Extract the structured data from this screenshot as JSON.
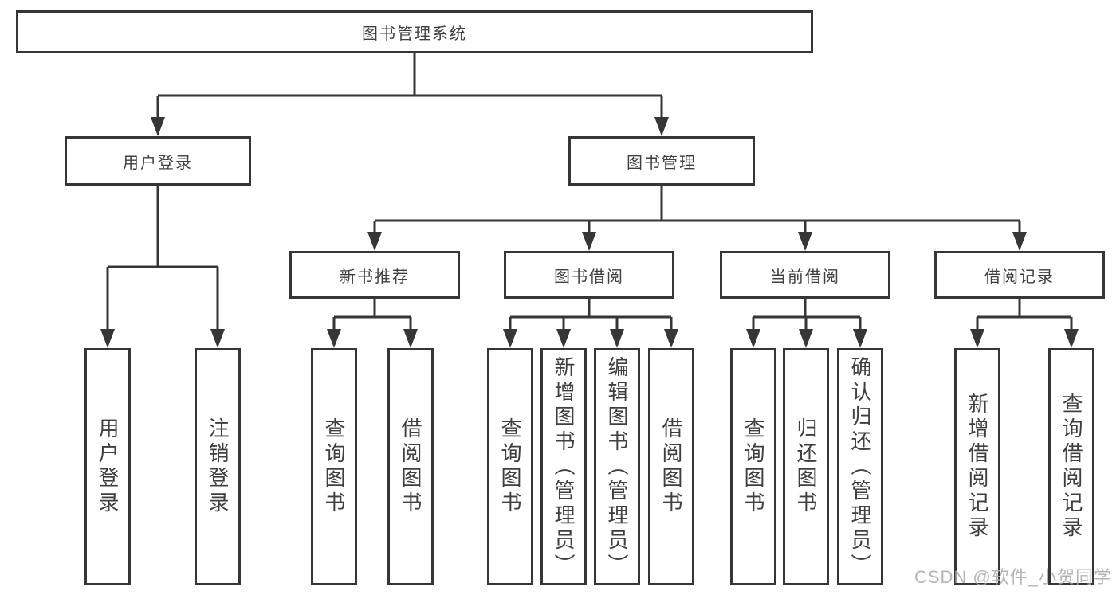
{
  "colors": {
    "line": "#363636",
    "text": "#3f3f3f",
    "background": "#ffffff",
    "watermark": "#a9a9a9"
  },
  "diagram": {
    "title": "图书管理系统",
    "branches": [
      {
        "label": "用户登录",
        "children": [
          "用户登录",
          "注销登录"
        ]
      },
      {
        "label": "图书管理",
        "groups": [
          {
            "label": "新书推荐",
            "children": [
              "查询图书",
              "借阅图书"
            ]
          },
          {
            "label": "图书借阅",
            "children": [
              "查询图书",
              "新增图书（管理员）",
              "编辑图书（管理员）",
              "借阅图书"
            ]
          },
          {
            "label": "当前借阅",
            "children": [
              "查询图书",
              "归还图书",
              "确认归还（管理员）"
            ]
          },
          {
            "label": "借阅记录",
            "children": [
              "新增借阅记录",
              "查询借阅记录"
            ]
          }
        ]
      }
    ]
  },
  "watermark": "CSDN @软件_小贺同学"
}
